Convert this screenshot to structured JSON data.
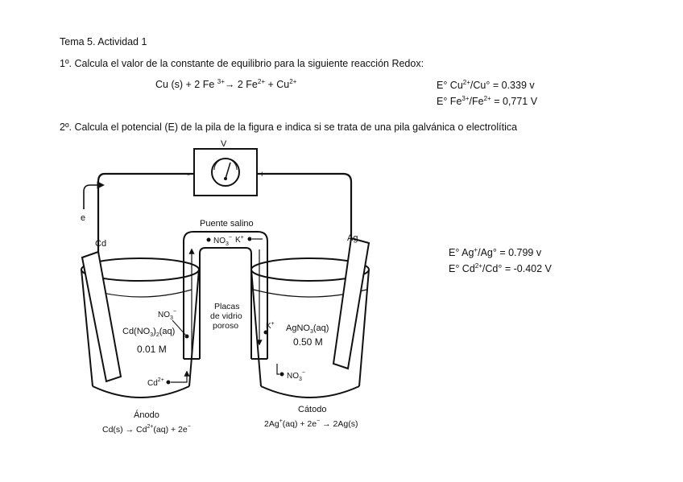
{
  "header": {
    "title": "Tema 5. Actividad 1"
  },
  "q1": {
    "prompt": "1º. Calcula el valor de la constante de equilibrio para la siguiente reacción Redox:",
    "reaction": {
      "a": "Cu (s) + 2 Fe ",
      "a_sup": "3+",
      "arrow": "→ 2 Fe",
      "b_sup": "2+",
      "c": " + Cu",
      "c_sup": "2+"
    },
    "pot1": {
      "a": "E° Cu",
      "a_sup": "2+",
      "b": "/Cu° = 0.339 v"
    },
    "pot2": {
      "a": "E° Fe",
      "a_sup": "3+",
      "b": "/Fe",
      "b_sup": "2+",
      "c": " = 0,771 V"
    }
  },
  "q2": {
    "prompt": "2º. Calcula el potencial (E) de la pila de la figura e indica si se trata de una pila galvánica o electrolítica",
    "pot1": {
      "a": "E° Ag",
      "a_sup": "+",
      "b": "/Ag° = 0.799 v"
    },
    "pot2": {
      "a": "E° Cd",
      "a_sup": "2+",
      "b": "/Cd° = -0.402 V"
    }
  },
  "figure": {
    "voltmeter": "V",
    "minus": "-",
    "plus": "+",
    "electron": "e",
    "salt_bridge": "Puente salino",
    "bridge_ion_1": "NO",
    "bridge_ion_1_sub": "3",
    "bridge_ion_1_sup": "−",
    "bridge_ion_2": "K",
    "bridge_ion_2_sup": "+",
    "cd_label": "Cd",
    "ag_label": "Ag",
    "left_ion": "NO",
    "left_ion_sub": "3",
    "left_ion_sup": "−",
    "left_solution": "Cd(NO",
    "left_solution_sub": "3",
    "left_solution_end": ")",
    "left_solution_sub2": "2",
    "left_solution_tail": "(aq)",
    "left_conc": "0.01 M",
    "left_cation": "Cd",
    "left_cation_sup": "2+",
    "plates_1": "Placas",
    "plates_2": "de vidrio",
    "plates_3": "poroso",
    "right_ion": "K",
    "right_ion_sup": "+",
    "right_solution": "AgNO",
    "right_solution_sub": "3",
    "right_solution_tail": "(aq)",
    "right_conc": "0.50 M",
    "right_anion": "NO",
    "right_anion_sub": "3",
    "right_anion_sup": "−",
    "anode_title": "Ánodo",
    "anode_reaction": "Cd(s) → Cd",
    "anode_reaction_sup": "2+",
    "anode_reaction_tail": "(aq) + 2e",
    "anode_reaction_sup2": "−",
    "cathode_title": "Cátodo",
    "cathode_reaction": "2Ag",
    "cathode_reaction_sup": "+",
    "cathode_reaction_mid": "(aq) + 2e",
    "cathode_reaction_sup2": "−",
    "cathode_reaction_tail": " → 2Ag(s)"
  }
}
